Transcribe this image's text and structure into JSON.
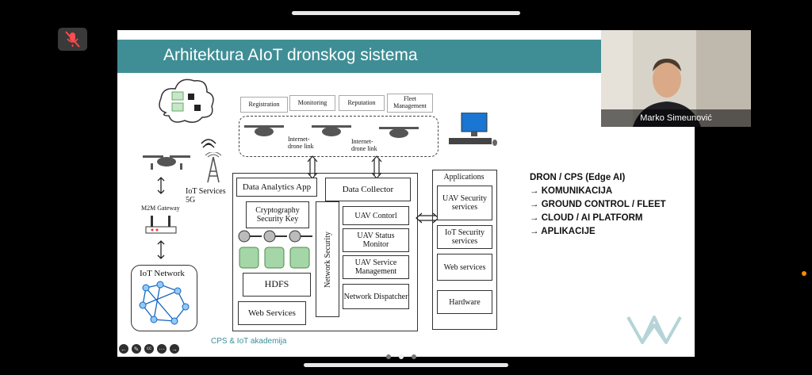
{
  "top_bar": {
    "mic_icon": "mic-muted-icon"
  },
  "slide": {
    "title": "Arhitektura AIoT dronskog sistema",
    "footer_text": "CPS & IoT akademija",
    "diagram": {
      "tabs": [
        "Registration",
        "Monitoring",
        "Reputation",
        "Fleet Management"
      ],
      "internet_link_1": "Internet- drone link",
      "internet_link_2": "Internet- drone link",
      "iot_services": "IoT Services 5G",
      "m2m_gateway": "M2M Gateway",
      "iot_network": "IoT Network",
      "data_analytics": "Data Analytics App",
      "crypto_key": "Cryptography Security Key",
      "hdfs": "HDFS",
      "web_services": "Web Services",
      "network_security": "Network Security",
      "data_collector": "Data Collector",
      "uav_control": "UAV Contorl",
      "uav_status": "UAV Status Monitor",
      "uav_service": "UAV Service Management",
      "network_dispatcher": "Network Dispatcher",
      "applications": "Applications",
      "uav_security": "UAV Security services",
      "iot_security": "IoT Security services",
      "web_services_right": "Web services",
      "hardware": "Hardware"
    },
    "summary_lines": [
      "DRON / CPS (Edge AI)",
      "→ KOMUNIKACIJA",
      "→ GROUND CONTROL / FLEET",
      "→ CLOUD / AI PLATFORM",
      "→ APLIKACIJE"
    ]
  },
  "camera": {
    "participant_name": "Marko Simeunović"
  },
  "colors": {
    "banner": "#3f8e95",
    "accent_dot": "#ff8a00"
  }
}
